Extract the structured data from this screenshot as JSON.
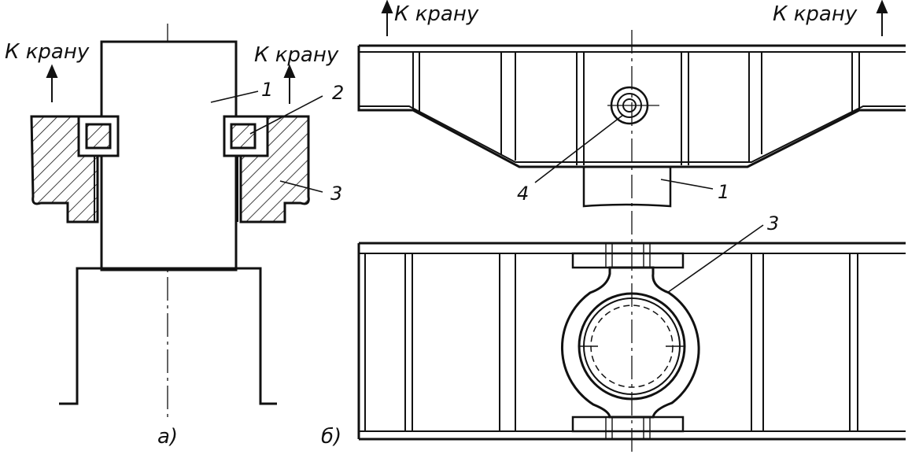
{
  "view_a": {
    "caption": "а)",
    "label_left": "К крану",
    "label_right": "К крану",
    "callouts": [
      "1",
      "2",
      "3"
    ]
  },
  "view_b": {
    "caption": "б)",
    "label_left": "К крану",
    "label_right": "К крану",
    "callouts": [
      "4",
      "1",
      "3"
    ]
  }
}
